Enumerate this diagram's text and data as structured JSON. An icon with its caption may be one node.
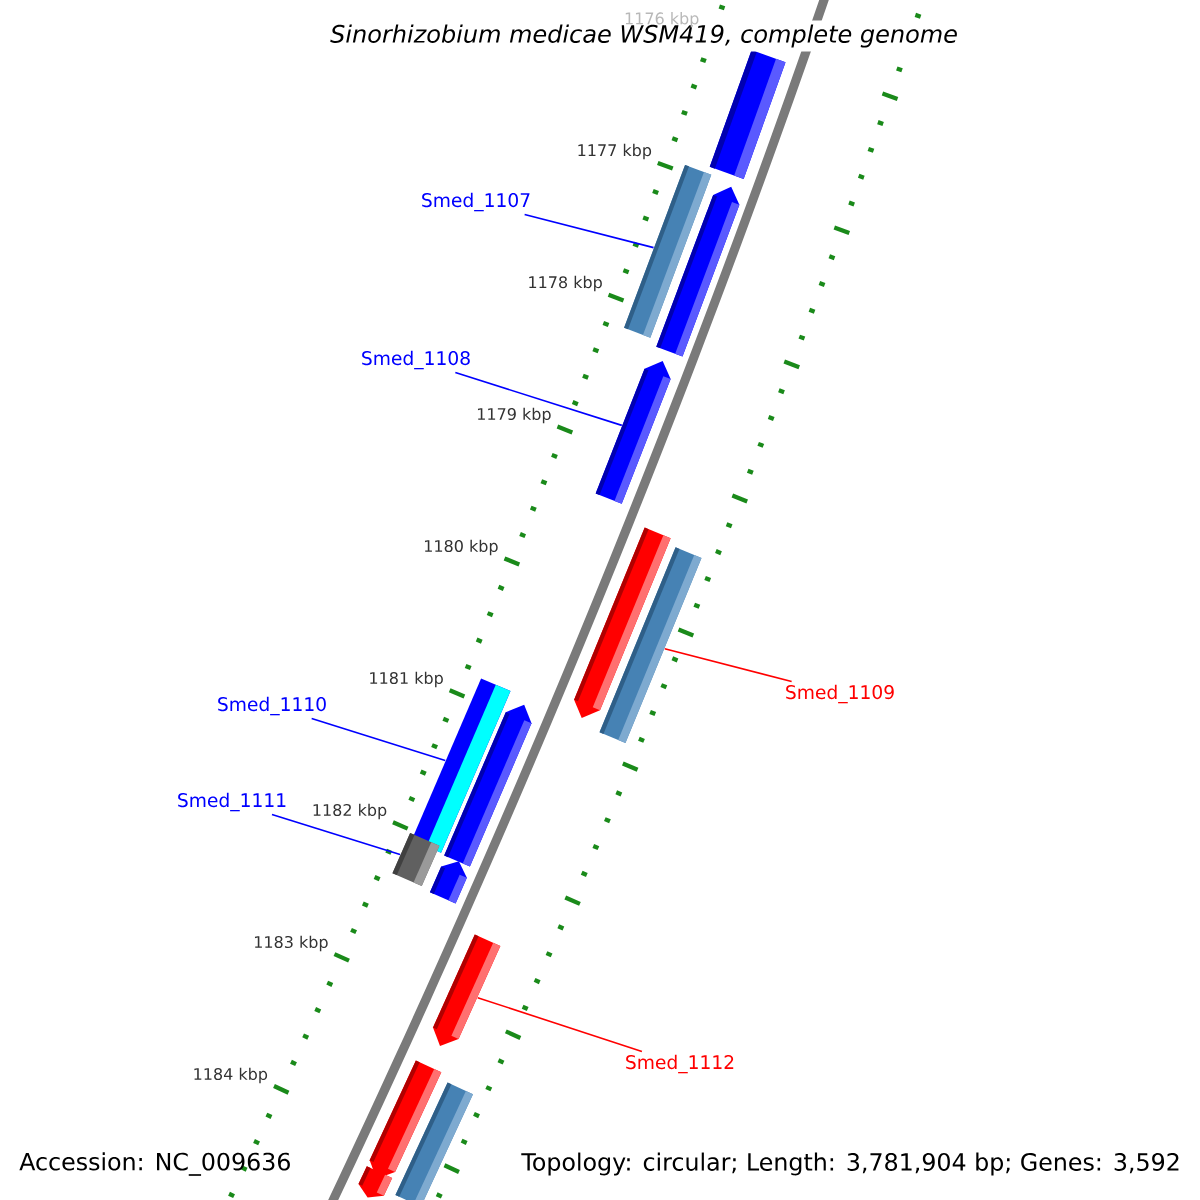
{
  "diagram": {
    "title": "Sinorhizobium medicae WSM419, complete genome",
    "nodes": [
      {
        "text": [
          "Smed_1107"
        ]
      },
      {
        "text": [],
        "shape": "bar"
      },
      {
        "text": [
          "Smed_1108"
        ]
      },
      {
        "text": [],
        "shape": "bar"
      },
      {
        "text": [
          "Smed_1109"
        ]
      },
      {
        "text": [],
        "shape": "bar"
      },
      {
        "text": [
          "Smed_1110"
        ]
      },
      {
        "text": [],
        "shape": "bar"
      },
      {
        "text": [
          "Smed_1111"
        ]
      },
      {
        "text": [],
        "shape": "bar"
      },
      {
        "text": [
          "Smed_1112"
        ]
      },
      {
        "text": [],
        "shape": "bar"
      },
      {
        "text": [],
        "shape": "bar"
      },
      {
        "text": [],
        "shape": "bar"
      },
      {
        "text": [],
        "shape": "bar"
      },
      {
        "text": [],
        "shape": "bar"
      },
      {
        "text": [],
        "shape": "bar"
      },
      {
        "text": [],
        "shape": "bar"
      },
      {
        "text": [],
        "shape": "bar"
      },
      {
        "text": [],
        "shape": "bar"
      }
    ],
    "edges": [
      {
        "from": 0,
        "to": 1,
        "arrow": "none"
      },
      {
        "from": 2,
        "to": 3,
        "arrow": "none"
      },
      {
        "from": 4,
        "to": 5,
        "arrow": "none",
        "color": "#ff0000"
      },
      {
        "from": 6,
        "to": 7,
        "arrow": "none"
      },
      {
        "from": 8,
        "to": 9,
        "arrow": "none"
      },
      {
        "from": 10,
        "to": 11,
        "arrow": "none",
        "color": "#ff0000"
      }
    ],
    "labels": [
      "1176 kbp",
      "1177 kbp",
      "1178 kbp",
      "1179 kbp",
      "1180 kbp",
      "1181 kbp",
      "1182 kbp",
      "1183 kbp",
      "1184 kbp",
      "Accession: NC_009636",
      "Topology: circular; Length: 3,781,904 bp; Genes: 3,592"
    ]
  }
}
